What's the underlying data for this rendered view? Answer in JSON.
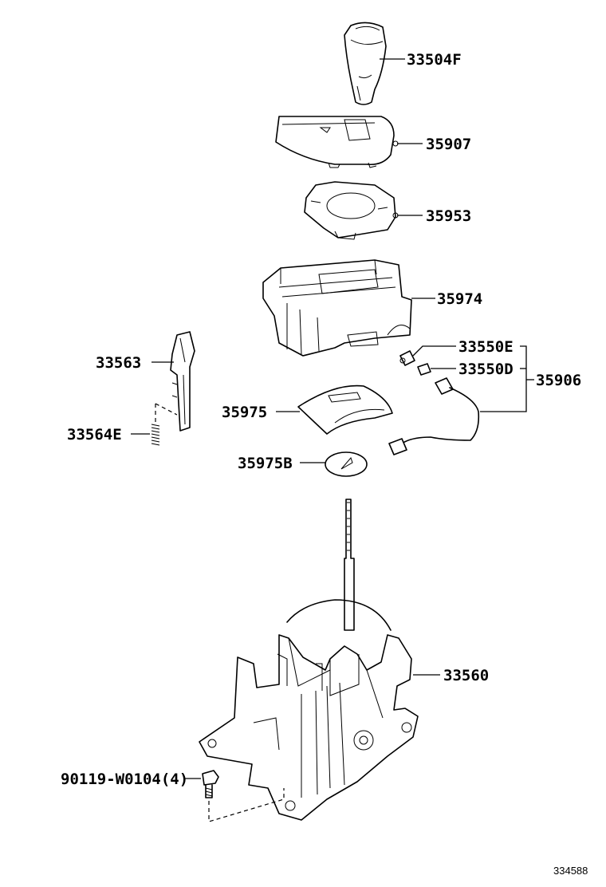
{
  "parts": {
    "p33504F": "33504F",
    "p35907": "35907",
    "p35953": "35953",
    "p35974": "35974",
    "p33550E": "33550E",
    "p33550D": "33550D",
    "p35906": "35906",
    "p33563": "33563",
    "p33564E": "33564E",
    "p35975": "35975",
    "p35975B": "35975B",
    "p33560": "33560",
    "p90119": "90119-W0104(4)"
  },
  "diagram_ref": "334588"
}
